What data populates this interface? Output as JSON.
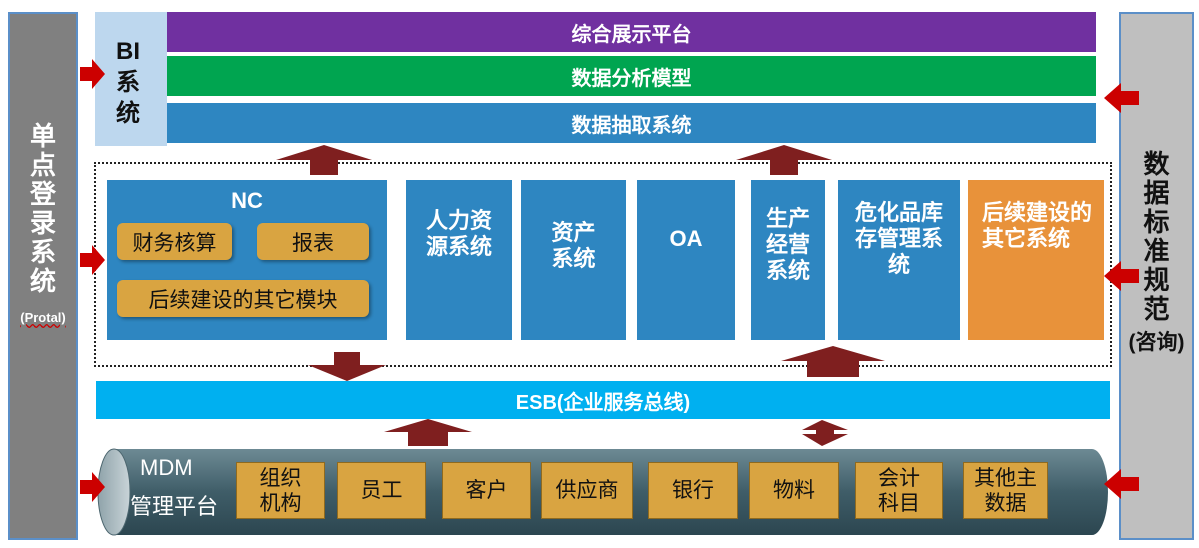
{
  "sso": {
    "title": "单点登录系统",
    "subtitle": "(Protal)"
  },
  "bi": {
    "label": "BI系统"
  },
  "layers": {
    "display": "综合展示平台",
    "analysis": "数据分析模型",
    "extract": "数据抽取系统"
  },
  "nc": {
    "title": "NC",
    "modules": [
      "财务核算",
      "报表",
      "后续建设的其它模块"
    ]
  },
  "systems": [
    "人力资源系统",
    "资产系统",
    "OA",
    "生产经营系统",
    "危化品库存管理系统",
    "后续建设的其它系统"
  ],
  "esb": "ESB(企业服务总线)",
  "mdm": {
    "title_en": "MDM",
    "title_cn": "管理平台",
    "items": [
      "组织机构",
      "员工",
      "客户",
      "供应商",
      "银行",
      "物料",
      "会计科目",
      "其他主数据"
    ]
  },
  "standard": {
    "title": "数据标准规范",
    "subtitle": "(咨询)"
  },
  "colors": {
    "purple": "#7030a0",
    "green": "#00a550",
    "blue": "#2e86c1",
    "cyan": "#00b0f0",
    "orange": "#e8923a",
    "gold": "#d9a441",
    "gray": "#808080",
    "arrow_dark": "#7f1f1f",
    "arrow_red": "#cc0000"
  }
}
